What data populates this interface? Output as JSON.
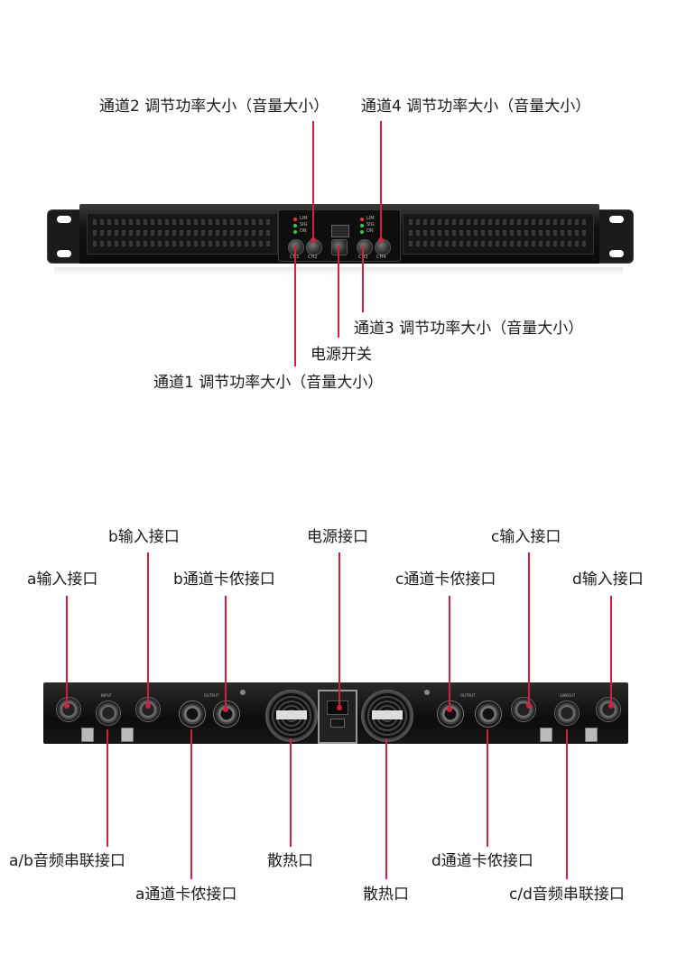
{
  "front": {
    "labels": {
      "ch2": "通道2 调节功率大小（音量大小）",
      "ch4": "通道4 调节功率大小（音量大小）",
      "ch3": "通道3 调节功率大小（音量大小）",
      "power_switch": "电源开关",
      "ch1": "通道1 调节功率大小（音量大小）"
    },
    "knob_labels": [
      "CH1",
      "CH2",
      "CH3",
      "CH4"
    ],
    "led_labels": [
      "LIM",
      "SIG",
      "ON"
    ]
  },
  "rear": {
    "labels": {
      "b_input": "b输入接口",
      "power_input": "电源接口",
      "c_input": "c输入接口",
      "a_input": "a输入接口",
      "b_card": "b通道卡侬接口",
      "c_card": "c通道卡侬接口",
      "d_input": "d输入接口",
      "ab_link": "a/b音频串联接口",
      "fan1": "散热口",
      "d_card": "d通道卡侬接口",
      "a_card": "a通道卡侬接口",
      "fan2": "散热口",
      "cd_link": "c/d音频串联接口"
    },
    "panel_text": {
      "input_left": "INPUT",
      "output_left": "OUTPUT",
      "output_right": "OUTPUT",
      "linkout": "LINKOUT"
    }
  },
  "colors": {
    "callout": "#d1203f",
    "chassis": "#111111",
    "background": "#ffffff"
  }
}
